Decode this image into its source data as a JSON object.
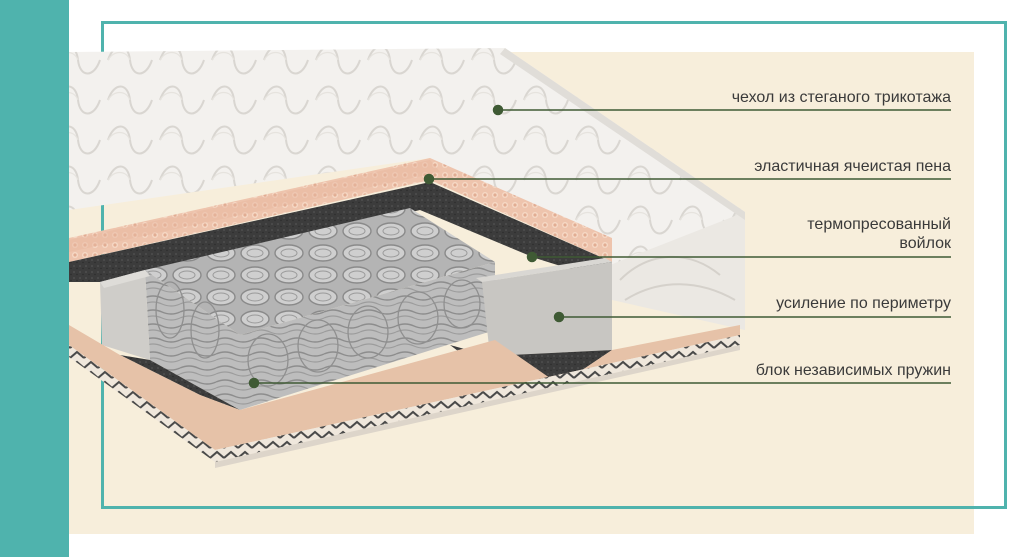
{
  "colors": {
    "accent_teal": "#4fb3ad",
    "panel_beige": "#f7eedb",
    "leader_line": "#3f5a34",
    "quilt_cover": "#f3f1ee",
    "foam_peach": "#eec4ad",
    "felt_dark": "#3c3c3c",
    "springs_gray": "#a3a3a3",
    "perimeter_gray": "#c8c6c2",
    "base_peach": "#e6c2a8"
  },
  "callouts": [
    {
      "text": "чехол из стеганого трикотажа"
    },
    {
      "text": "эластичная ячеистая  пена"
    },
    {
      "text_lines": [
        "термопресованный",
        "войлок"
      ]
    },
    {
      "text": "усиление по периметру"
    },
    {
      "text": "блок независимых пружин"
    }
  ]
}
